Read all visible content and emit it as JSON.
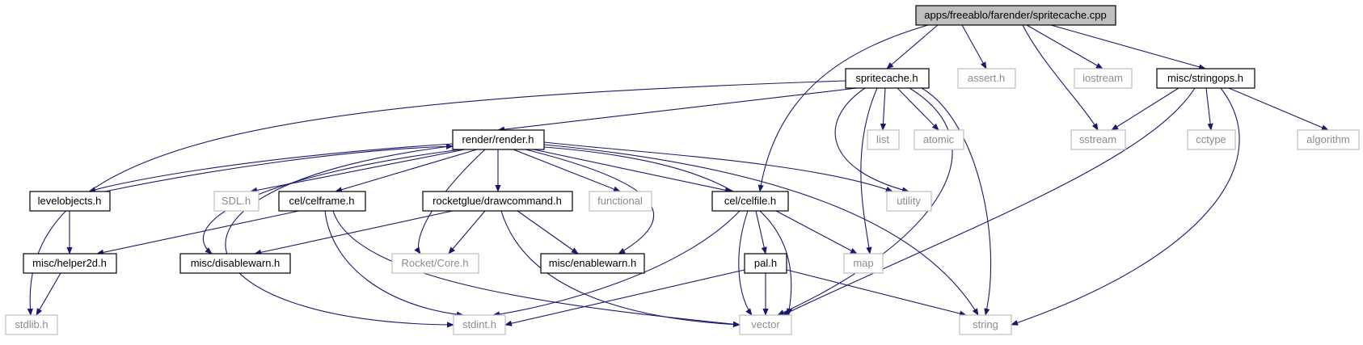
{
  "colors": {
    "edge": "#191970",
    "root_fill": "#bfbfbf",
    "node_border": "#000000",
    "system_border": "#bfbfbf",
    "system_text": "#8c8c8c"
  },
  "nodes": {
    "root": "apps/freeablo/farender/spritecache.cpp",
    "spritecache_h": "spritecache.h",
    "assert_h": "assert.h",
    "iostream": "iostream",
    "stringops": "misc/stringops.h",
    "render_h": "render/render.h",
    "list": "list",
    "atomic": "atomic",
    "sstream": "sstream",
    "cctype": "cctype",
    "algorithm": "algorithm",
    "levelobjects": "levelobjects.h",
    "sdl_h": "SDL.h",
    "celframe": "cel/celframe.h",
    "drawcommand": "rocketglue/drawcommand.h",
    "functional": "functional",
    "celfile": "cel/celfile.h",
    "utility": "utility",
    "helper2d": "misc/helper2d.h",
    "disablewarn": "misc/disablewarn.h",
    "rocketcore": "Rocket/Core.h",
    "enablewarn": "misc/enablewarn.h",
    "map": "map",
    "pal_h": "pal.h",
    "stdlib_h": "stdlib.h",
    "stdint_h": "stdint.h",
    "vector": "vector",
    "string": "string"
  }
}
